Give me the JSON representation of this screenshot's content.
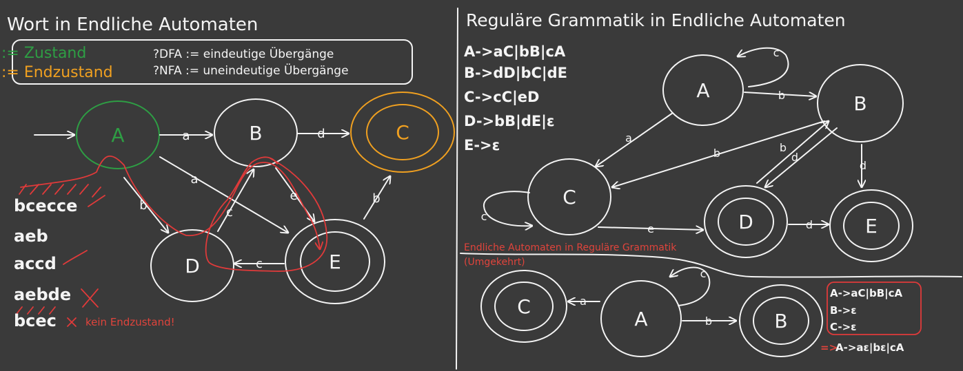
{
  "left": {
    "title": "Wort in Endliche Automaten",
    "legend": {
      "zustand": ":= Zustand",
      "endzustand": ":= Endzustand",
      "dfa": "?DFA := eindeutige Übergänge",
      "nfa": "?NFA := uneindeutige Übergänge"
    },
    "states": {
      "a": "A",
      "b": "B",
      "c": "C",
      "d": "D",
      "e": "E"
    },
    "edges": {
      "ab": "a",
      "bc": "d",
      "ae": "a",
      "ad": "b",
      "dbup": "c",
      "be": "e",
      "ed": "c",
      "ec": "b"
    },
    "words": [
      "bcecce",
      "aeb",
      "accd",
      "aebde",
      "bcec"
    ],
    "note": "kein Endzustand!"
  },
  "right": {
    "title": "Reguläre Grammatik in Endliche Automaten",
    "grammar": [
      "A->aC|bB|cA",
      "B->dD|bC|dE",
      "C->cC|eD",
      "D->bB|dE|ε",
      "E->ε"
    ],
    "states": {
      "a": "A",
      "b": "B",
      "c": "C",
      "d": "D",
      "e": "E"
    },
    "edges": {
      "aa": "c",
      "ab": "b",
      "ac": "a",
      "bc": "b",
      "bd1": "b",
      "bd2": "d",
      "be": "d",
      "cc": "c",
      "cd": "e",
      "de": "d"
    },
    "reverse": {
      "title": "Endliche Automaten in Reguläre Grammatik",
      "subtitle": "(Umgekehrt)",
      "states": {
        "c": "C",
        "a": "A",
        "b": "B"
      },
      "edges": {
        "ac": "a",
        "aa": "c",
        "ab": "b"
      },
      "grammar": [
        "A->aC|bB|cA",
        "B->ε",
        "C->ε"
      ],
      "result": "A->aε|bε|cA",
      "result_arrow": "=>"
    }
  }
}
